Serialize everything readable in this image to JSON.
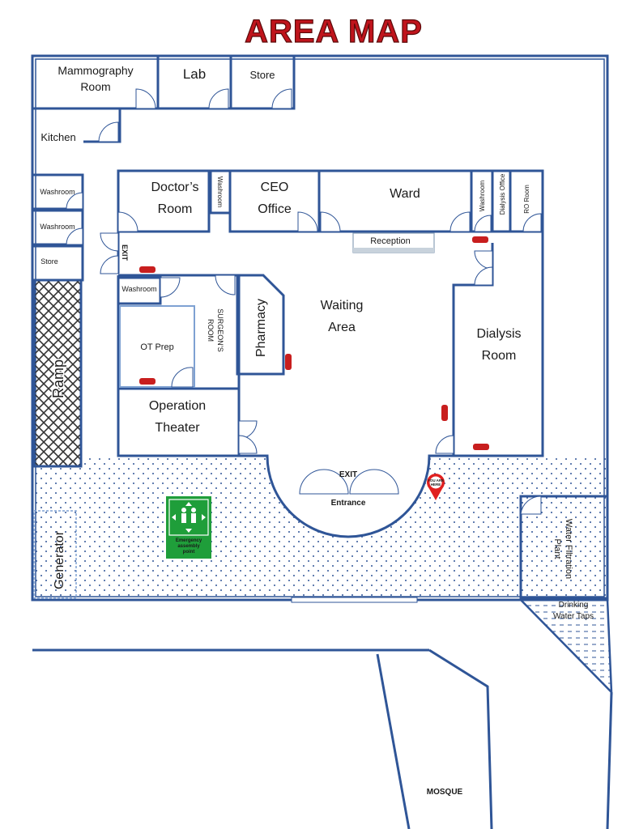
{
  "title": "AREA MAP",
  "colors": {
    "wall": "#2f5597",
    "title": "#c0141c",
    "exit": "#e00000",
    "entrance": "#00a651",
    "mosque": "#00a651",
    "assembly_sign": "#1f9e3a"
  },
  "rooms": {
    "mammography": "Mammography\nRoom",
    "lab": "Lab",
    "store_top": "Store",
    "kitchen": "Kitchen",
    "washroom_left_1": "Washroom",
    "washroom_left_2": "Washroom",
    "store_left": "Store",
    "ramp": "Ramp",
    "doctors_room": "Doctor’s\nRoom",
    "washroom_doctor": "Washroom",
    "ceo_office": "CEO\nOffice",
    "ward": "Ward",
    "washroom_right": "Washroom",
    "dialysis_office": "Dialysis Office",
    "ro_room": "RO Room",
    "reception": "Reception",
    "washroom_ot": "Washroom",
    "surgeons_room": "SURGEON’S\nROOM",
    "ot_prep": "OT Prep",
    "pharmacy": "Pharmacy",
    "waiting_area": "Waiting\nArea",
    "dialysis_room": "Dialysis\nRoom",
    "operation_theater": "Operation\nTheater",
    "generator": "Generator",
    "water_filtration": "Water Filtration\nPlant",
    "drinking_water": "Drinking\nWater Taps",
    "mosque": "MOSQUE"
  },
  "labels": {
    "exit_left": "EXIT",
    "exit_main": "EXIT",
    "entrance": "Entrance",
    "you_are_here": "YOU ARE\nHERE",
    "assembly_point": "Emergency\nassembly\npoint"
  },
  "icons": [
    "fire-extinguisher-icon",
    "you-are-here-pin-icon",
    "assembly-point-icon",
    "door-swing-icon"
  ]
}
